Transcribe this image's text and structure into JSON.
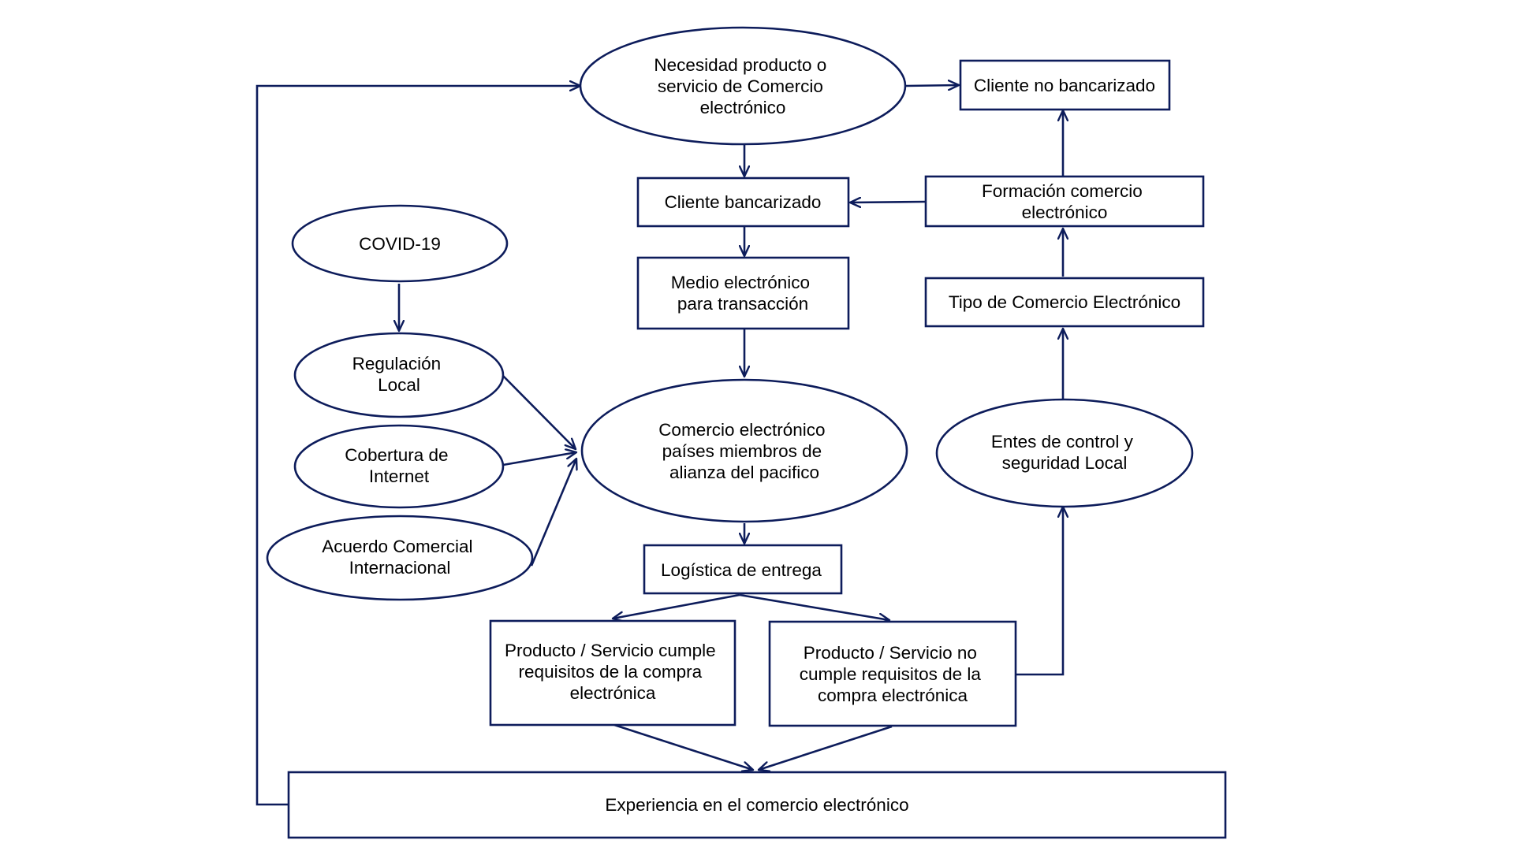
{
  "colors": {
    "stroke": "#0d1c5b",
    "text": "#000000",
    "background": "#ffffff"
  },
  "nodes": {
    "necesidad": {
      "shape": "ellipse",
      "lines": [
        "Necesidad producto o",
        "servicio de Comercio",
        "electrónico"
      ]
    },
    "cliente_no_bancarizado": {
      "shape": "rect",
      "lines": [
        "Cliente no bancarizado"
      ]
    },
    "cliente_bancarizado": {
      "shape": "rect",
      "lines": [
        "Cliente bancarizado"
      ]
    },
    "formacion": {
      "shape": "rect",
      "lines": [
        "Formación comercio",
        "electrónico"
      ]
    },
    "covid": {
      "shape": "ellipse",
      "lines": [
        "COVID-19"
      ]
    },
    "medio": {
      "shape": "rect",
      "lines": [
        "Medio electrónico",
        "para transacción"
      ]
    },
    "tipo": {
      "shape": "rect",
      "lines": [
        "Tipo de Comercio Electrónico"
      ]
    },
    "regulacion": {
      "shape": "ellipse",
      "lines": [
        "Regulación",
        "Local"
      ]
    },
    "comercio": {
      "shape": "ellipse",
      "lines": [
        "Comercio electrónico",
        "países miembros de",
        "alianza del pacifico"
      ]
    },
    "cobertura": {
      "shape": "ellipse",
      "lines": [
        "Cobertura de",
        "Internet"
      ]
    },
    "entes": {
      "shape": "ellipse",
      "lines": [
        "Entes de control y",
        "seguridad Local"
      ]
    },
    "acuerdo": {
      "shape": "ellipse",
      "lines": [
        "Acuerdo Comercial",
        "Internacional"
      ]
    },
    "logistica": {
      "shape": "rect",
      "lines": [
        "Logística de entrega"
      ]
    },
    "cumple": {
      "shape": "rect",
      "lines": [
        "Producto / Servicio cumple",
        "requisitos de la compra",
        "electrónica"
      ]
    },
    "no_cumple": {
      "shape": "rect",
      "lines": [
        "Producto / Servicio no",
        "cumple requisitos de la",
        "compra electrónica"
      ]
    },
    "experiencia": {
      "shape": "rect",
      "lines": [
        "Experiencia en el comercio electrónico"
      ]
    }
  },
  "edges": [
    {
      "from": "necesidad",
      "to": "cliente_no_bancarizado"
    },
    {
      "from": "necesidad",
      "to": "cliente_bancarizado"
    },
    {
      "from": "formacion",
      "to": "cliente_bancarizado"
    },
    {
      "from": "formacion",
      "to": "cliente_no_bancarizado"
    },
    {
      "from": "tipo",
      "to": "formacion"
    },
    {
      "from": "entes",
      "to": "tipo"
    },
    {
      "from": "cliente_bancarizado",
      "to": "medio"
    },
    {
      "from": "medio",
      "to": "comercio"
    },
    {
      "from": "covid",
      "to": "regulacion"
    },
    {
      "from": "regulacion",
      "to": "comercio"
    },
    {
      "from": "cobertura",
      "to": "comercio"
    },
    {
      "from": "acuerdo",
      "to": "comercio"
    },
    {
      "from": "comercio",
      "to": "logistica"
    },
    {
      "from": "logistica",
      "to": "cumple"
    },
    {
      "from": "logistica",
      "to": "no_cumple"
    },
    {
      "from": "no_cumple",
      "to": "entes"
    },
    {
      "from": "cumple",
      "to": "experiencia"
    },
    {
      "from": "no_cumple",
      "to": "experiencia"
    },
    {
      "from": "experiencia",
      "to": "necesidad"
    }
  ]
}
